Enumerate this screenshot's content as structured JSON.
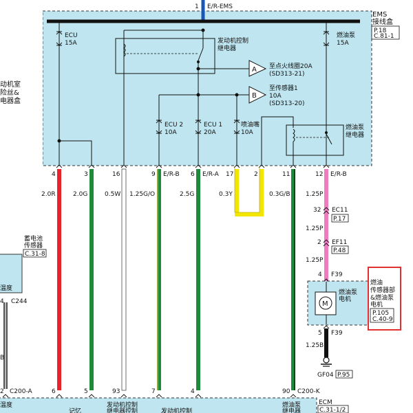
{
  "top_connector": {
    "pin": "1",
    "label": "E/R-EMS"
  },
  "ems_box": {
    "title_1": "EMS",
    "title_2": "接线盒",
    "ref_1": "P.18",
    "ref_2": "C.81-1"
  },
  "left_box": {
    "line_1": "动机室",
    "line_2": "险丝&",
    "line_3": "电器盒"
  },
  "fuses": {
    "ecu": {
      "name": "ECU",
      "rating": "15A"
    },
    "pump": {
      "name": "燃油泵",
      "rating": "15A"
    },
    "ecu2": {
      "name": "ECU 2",
      "rating": "10A"
    },
    "ecu1": {
      "name": "ECU 1",
      "rating": "20A"
    },
    "injector": {
      "name": "喷油嘴",
      "rating": "10A"
    },
    "sensor": {
      "rating": "10A"
    }
  },
  "relays": {
    "engine": {
      "line_1": "发动机控制",
      "line_2": "继电器"
    },
    "pump": {
      "line_1": "燃油泵",
      "line_2": "继电器"
    }
  },
  "offpage": {
    "a": {
      "letter": "A",
      "text_1": "至点火线圈20A",
      "text_2": "(SD313-21)"
    },
    "b": {
      "letter": "B",
      "text_1": "至传感器1",
      "text_2": "(SD313-20)"
    }
  },
  "pins": {
    "p4": "4",
    "p3": "3",
    "p16": "16",
    "p9": "9",
    "p9_label": "E/R-B",
    "p6": "6",
    "p6_label": "E/R-A",
    "p17": "17",
    "p2": "2",
    "p11": "11",
    "p12": "12",
    "p12_label": "E/R-B"
  },
  "wire_specs": {
    "red": "2.0R",
    "green1": "2.0G",
    "white": "0.5W",
    "green_o": "1.25G/O",
    "green2": "2.5G",
    "yellow": "0.3Y",
    "green_b": "0.3G/B",
    "pink1": "1.25P",
    "pink2": "1.25P",
    "pink3": "1.25P",
    "black": "1.25B"
  },
  "ec11": {
    "pin": "32",
    "name": "EC11",
    "ref": "P.17"
  },
  "ef11": {
    "pin": "2",
    "name": "EF11",
    "ref": "P.48"
  },
  "f39_top": {
    "pin": "4",
    "name": "F39"
  },
  "f39_bottom": {
    "pin": "5",
    "name": "F39"
  },
  "pump_unit": {
    "line_1": "燃油泵",
    "line_2": "电机",
    "motor": "M"
  },
  "pump_module": {
    "line_1": "燃油",
    "line_2": "传感器部",
    "line_3": "&燃油泵",
    "line_4": "电机",
    "ref_1": "P.105",
    "ref_2": "C.40-9"
  },
  "ground": {
    "name": "GF04",
    "ref": "P.95"
  },
  "battery_sensor": {
    "line_1": "蓄电池",
    "line_2": "传感器",
    "ref": "C.31-8",
    "temp": "温度"
  },
  "c244": {
    "pin": "4",
    "name": "C244",
    "wire": "B"
  },
  "bottom_connector": {
    "left_pin": "2",
    "left_name": "C200-A",
    "pin_6": "6",
    "pin_5": "5",
    "pin_93": "93",
    "pin_7": "7",
    "pin_4": "4",
    "pin_90": "90",
    "right_name": "C200-K",
    "temp": "温度",
    "label_1": "记忆",
    "label_2a": "发动机控制",
    "label_2b": "继电器控制",
    "label_3": "发动机控制",
    "label_4a": "燃油泵",
    "label_4b": "继电器"
  },
  "ecm": {
    "name": "ECM",
    "ref": "C.31-1/2"
  },
  "colors": {
    "ems_fill": "#bfe6f0",
    "red_wire": "#e8232a",
    "green_wire": "#1e8a3c",
    "yellow_wire": "#f2e600",
    "pink_wire": "#f07cc0",
    "blue_wire": "#1a57b5",
    "highlight": "#e03030"
  }
}
